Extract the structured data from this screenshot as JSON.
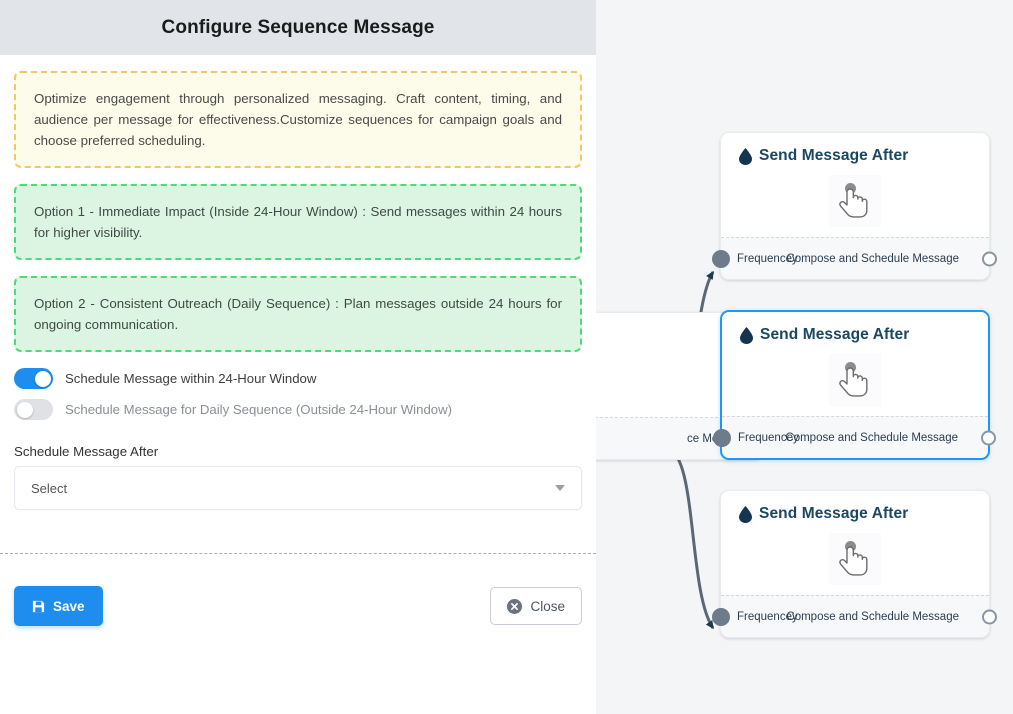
{
  "panel": {
    "header": {
      "title": "Configure Sequence Message"
    },
    "callouts": [
      {
        "id": "info",
        "text": "Optimize engagement through personalized messaging. Craft content, timing, and audience per message for effectiveness.Customize sequences for campaign goals and choose preferred scheduling."
      },
      {
        "id": "option-1",
        "text": "Option 1 - Immediate Impact (Inside 24-Hour Window) : Send messages within 24 hours for higher visibility."
      },
      {
        "id": "option-2",
        "text": "Option 2 - Consistent Outreach (Daily Sequence) : Plan messages outside 24 hours for ongoing communication."
      }
    ],
    "toggles": [
      {
        "label": "Schedule Message within 24-Hour Window",
        "state": "on"
      },
      {
        "label": "Schedule Message for Daily Sequence (Outside 24-Hour Window)",
        "state": "off"
      }
    ],
    "schedule_field": {
      "label": "Schedule Message After",
      "value": "Select",
      "caret_icon": "chevron-down-icon"
    },
    "actions": {
      "save_label": "Save",
      "save_icon": "save-floppy-icon",
      "close_label": "Close",
      "close_icon": "close-circle-icon"
    }
  },
  "canvas": {
    "background_color": "#f4f5f7",
    "nodes": [
      {
        "id": "node-top",
        "title": "Send Message After",
        "title_icon": "droplet-icon",
        "body_icon": "hand-pointer-icon",
        "footer_left": "Frequencey",
        "footer_right": "Compose and Schedule Message",
        "selected": false
      },
      {
        "id": "node-middle",
        "title": "Send Message After",
        "title_icon": "droplet-icon",
        "body_icon": "hand-pointer-icon",
        "footer_left": "Frequencey",
        "footer_right": "Compose and Schedule Message",
        "selected": true
      },
      {
        "id": "node-bottom",
        "title": "Send Message After",
        "title_icon": "droplet-icon",
        "body_icon": "hand-pointer-icon",
        "footer_left": "Frequencey",
        "footer_right": "Compose and Schedule Message",
        "selected": false
      }
    ],
    "source_node": {
      "id": "node-source",
      "footer_right": "ce Message"
    },
    "colors": {
      "accent": "#1f8ded",
      "selected_border": "#2196f3",
      "edge": "#5b6775",
      "node_title": "#1b4763",
      "droplet": "#14344f"
    }
  }
}
